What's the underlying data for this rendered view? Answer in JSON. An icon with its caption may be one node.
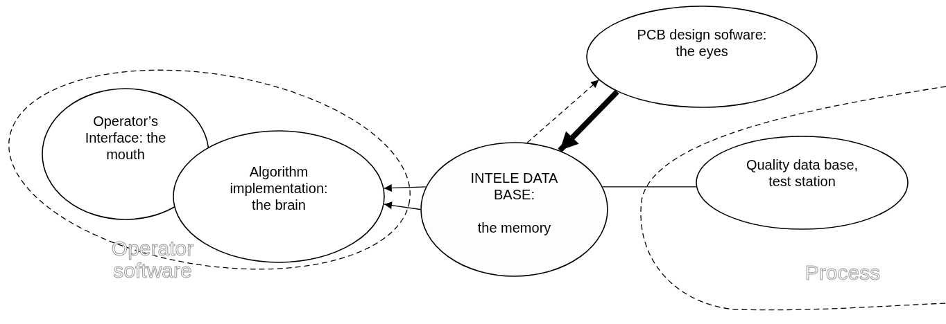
{
  "diagram": {
    "nodes": [
      {
        "text": [
          "Operator software"
        ]
      },
      {
        "text": [
          "Operator’s Interface: the mouth"
        ],
        "in": 0
      },
      {
        "text": [
          "Algorithm implementation: the brain"
        ],
        "in": 0
      },
      {
        "text": [
          "INTELE DATA BASE:",
          "the memory"
        ]
      },
      {
        "text": [
          "PCB design sofware: the eyes"
        ]
      },
      {
        "text": [
          "Process"
        ]
      },
      {
        "text": [
          "Quality data base, test station"
        ],
        "in": 5
      }
    ],
    "edges": [
      {
        "from": 6,
        "to": 3,
        "arrow": "none"
      },
      {
        "from": 3,
        "to": 2,
        "arrow": "to"
      },
      {
        "from": 3,
        "to": 2,
        "arrow": "to"
      },
      {
        "from": 3,
        "to": 4,
        "arrow": "to",
        "style": "dashed"
      },
      {
        "from": 4,
        "to": 3,
        "arrow": "to",
        "style": "thick"
      }
    ]
  }
}
